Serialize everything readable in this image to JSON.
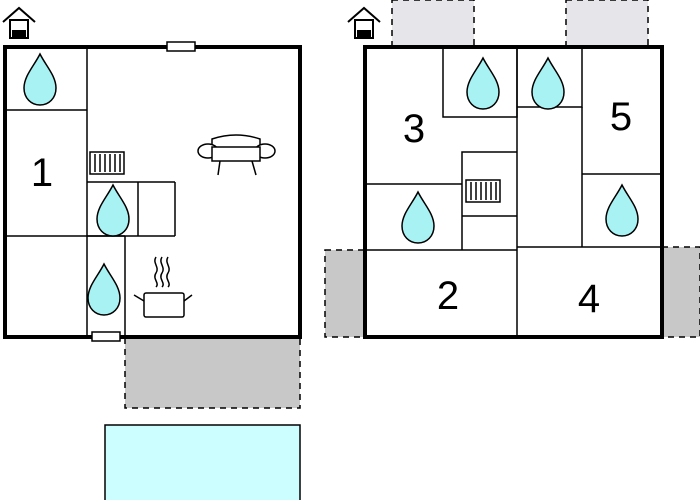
{
  "floors": [
    {
      "name": "ground-floor",
      "room_labels": [
        "1"
      ]
    },
    {
      "name": "upper-floor",
      "room_labels": [
        "3",
        "5",
        "2",
        "4"
      ]
    }
  ],
  "icons": {
    "home": "home-icon",
    "water": "water-drop-icon",
    "sofa": "sofa-icon",
    "radiator": "radiator-icon",
    "cooking": "cooking-pot-icon"
  },
  "colors": {
    "water": "#a8f2f4",
    "pool": "#ccfdff",
    "terrace": "#c8c8c8",
    "balcony": "#e6e6ea",
    "walls": "#000000"
  }
}
